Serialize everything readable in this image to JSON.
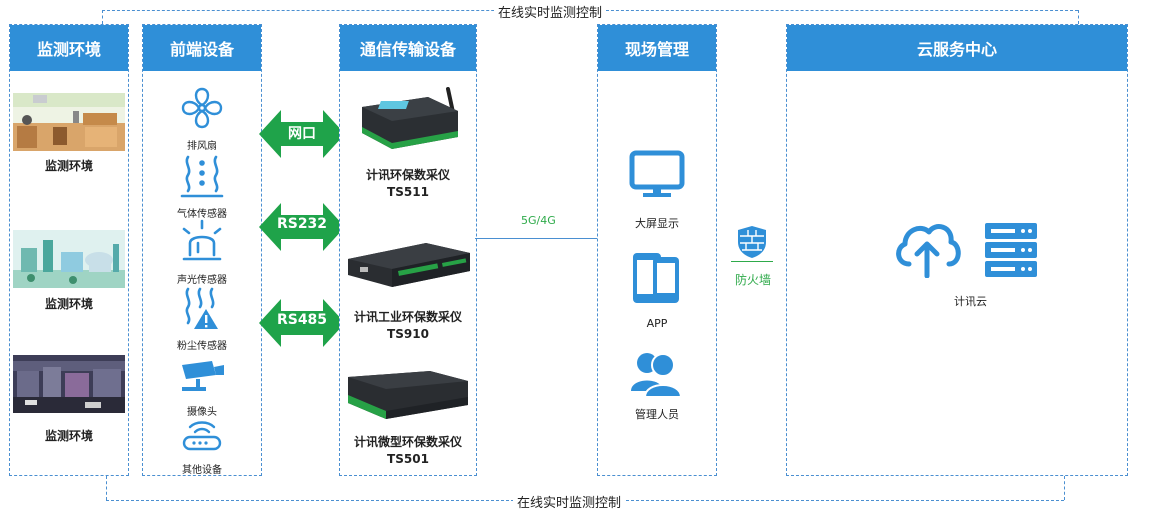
{
  "top_bar": {
    "label": "在线实时监测控制"
  },
  "bottom_bar": {
    "label": "在线实时监测控制"
  },
  "columns": {
    "env": {
      "title": "监测环境"
    },
    "frontend": {
      "title": "前端设备"
    },
    "comm": {
      "title": "通信传输设备"
    },
    "site": {
      "title": "现场管理"
    },
    "cloud": {
      "title": "云服务中心"
    }
  },
  "environments": [
    {
      "label": "监测环境"
    },
    {
      "label": "监测环境"
    },
    {
      "label": "监测环境"
    }
  ],
  "frontend_devices": [
    {
      "label": "排风扇",
      "icon": "fan-icon"
    },
    {
      "label": "气体传感器",
      "icon": "gas-sensor-icon"
    },
    {
      "label": "声光传感器",
      "icon": "alarm-light-icon"
    },
    {
      "label": "粉尘传感器",
      "icon": "dust-sensor-icon"
    },
    {
      "label": "摄像头",
      "icon": "camera-icon"
    },
    {
      "label": "其他设备",
      "icon": "router-icon"
    }
  ],
  "interfaces": [
    {
      "label": "网口"
    },
    {
      "label": "RS232"
    },
    {
      "label": "RS485"
    }
  ],
  "comm_devices": [
    {
      "name": "计讯环保数采仪",
      "model": "TS511"
    },
    {
      "name": "计讯工业环保数采仪",
      "model": "TS910"
    },
    {
      "name": "计讯微型环保数采仪",
      "model": "TS501"
    }
  ],
  "network": {
    "label": "5G/4G"
  },
  "site_items": [
    {
      "label": "大屏显示",
      "icon": "monitor-icon"
    },
    {
      "label": "APP",
      "icon": "phone-icon"
    },
    {
      "label": "管理人员",
      "icon": "people-icon"
    }
  ],
  "firewall": {
    "label": "防火墙",
    "icon": "firewall-icon"
  },
  "cloud": {
    "label": "计讯云"
  },
  "colors": {
    "header": "#2f8fd8",
    "arrow": "#1fa34a",
    "accent_green": "#2eaa4a",
    "line": "#4a8fd1"
  }
}
